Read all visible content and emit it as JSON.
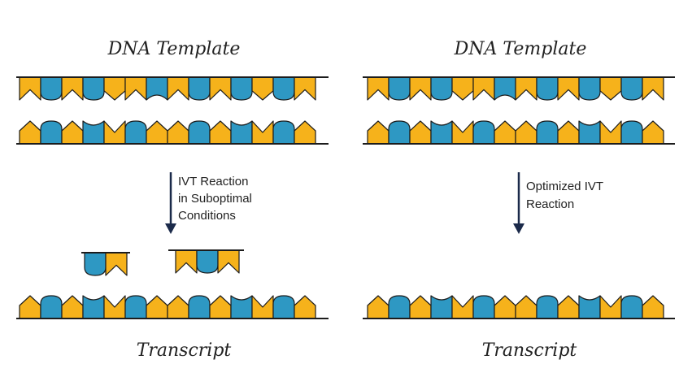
{
  "colors": {
    "yellow": "#F6B21B",
    "blue": "#2E98C3",
    "outline": "#1C1C1C",
    "arrow": "#1B2A4A"
  },
  "left_panel": {
    "template_title": "DNA Template",
    "process_label_lines": [
      "IVT Reaction",
      "in Suboptimal",
      "Conditions"
    ],
    "transcript_title": "Transcript"
  },
  "right_panel": {
    "template_title": "DNA Template",
    "process_label_lines": [
      "Optimized IVT",
      "Reaction"
    ],
    "transcript_title": "Transcript"
  }
}
